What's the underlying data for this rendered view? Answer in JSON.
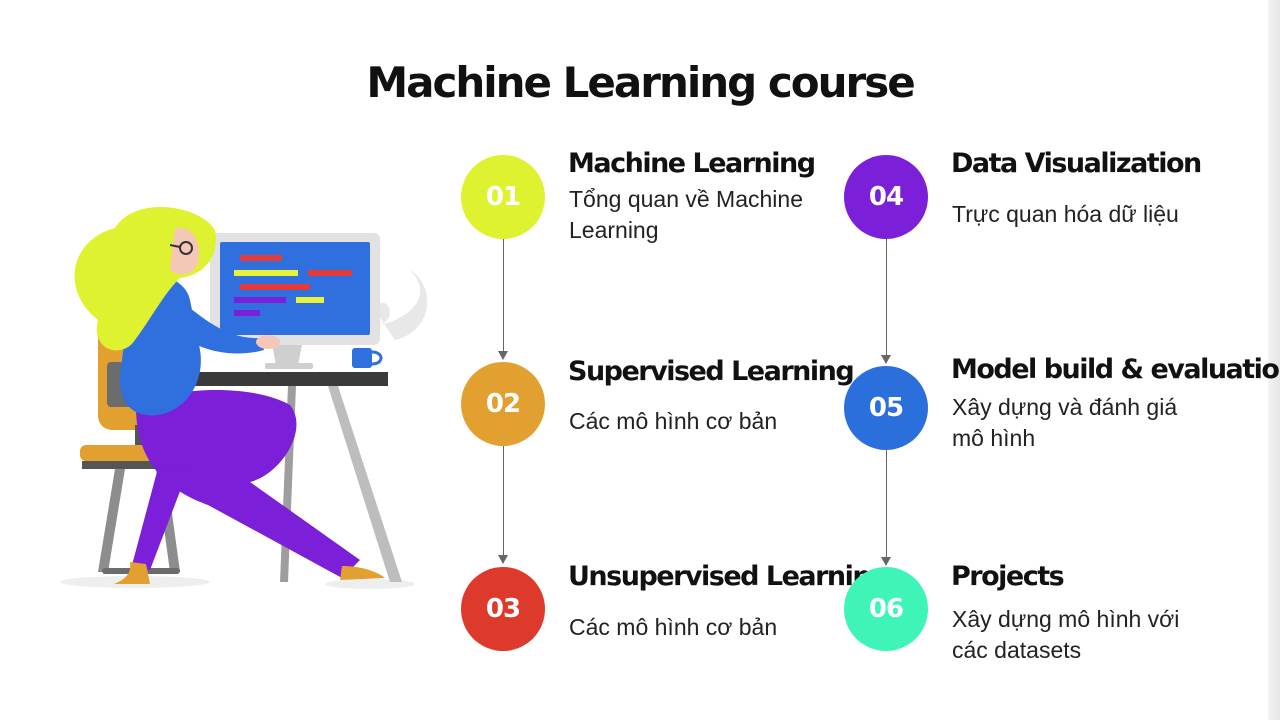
{
  "title": "Machine Learning course",
  "colors": {
    "c01": "#dff230",
    "c02": "#e2a030",
    "c03": "#de3a2c",
    "c04": "#7b1fd8",
    "c05": "#2a6fdc",
    "c06": "#3ef4b6"
  },
  "steps": [
    {
      "number": "01",
      "title": "Machine Learning",
      "desc": "Tổng quan về Machine Learning"
    },
    {
      "number": "02",
      "title": "Supervised Learning",
      "desc": "Các mô hình cơ bản"
    },
    {
      "number": "03",
      "title": "Unsupervised Learning",
      "desc": "Các mô hình cơ bản"
    },
    {
      "number": "04",
      "title": "Data Visualization",
      "desc": "Trực quan hóa dữ liệu"
    },
    {
      "number": "05",
      "title": "Model build & evaluation",
      "desc": "Xây dựng và đánh giá mô hình"
    },
    {
      "number": "06",
      "title": "Projects",
      "desc": "Xây dựng mô hình với các datasets"
    }
  ]
}
